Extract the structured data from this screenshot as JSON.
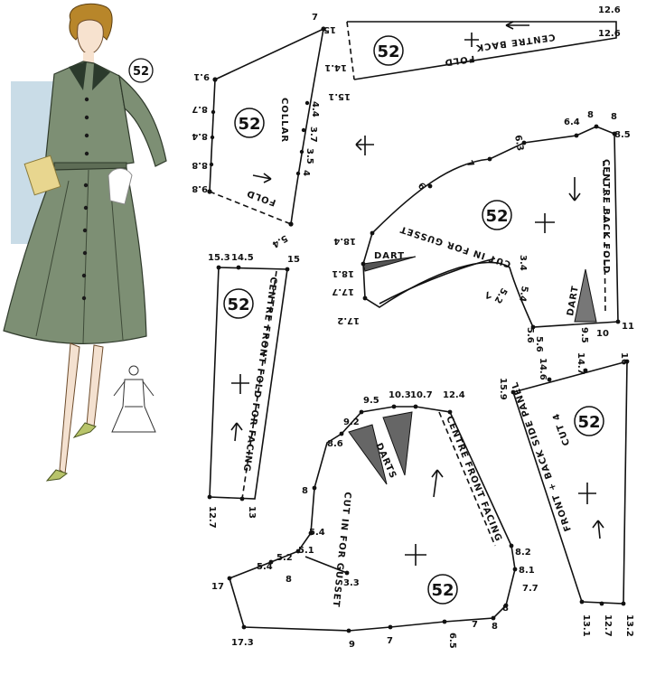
{
  "illustration": {
    "pattern_number": "52"
  },
  "pieces": {
    "back": {
      "number": "52",
      "labels": {
        "centre_back": "CENTRE BACK",
        "fold": "FOLD"
      },
      "measurements": [
        "12.6",
        "12.6",
        "15",
        "14.1",
        "15.1"
      ]
    },
    "collar": {
      "number": "52",
      "labels": {
        "collar": "COLLAR",
        "fold": "FOLD"
      },
      "measurements": [
        "7",
        "9.1",
        "8.7",
        "8.4",
        "8.8",
        "9.8",
        "4.4",
        "3.7",
        "3.5",
        "4",
        "5.4"
      ]
    },
    "back_bodice": {
      "number": "52",
      "labels": {
        "centre_back_fold": "CENTRE BACK FOLD",
        "cut_in_gusset": "CUT IN FOR GUSSET",
        "dart": "DART",
        "dart2": "DART"
      },
      "measurements": [
        "8",
        "6.4",
        "6.3",
        "7",
        "6",
        "8",
        "8.5",
        "18.4",
        "18.1",
        "17.7",
        "17.2",
        "3.4",
        "5.4",
        "5.2",
        "7",
        "5.6",
        "9.5",
        "10",
        "11",
        "5.6"
      ]
    },
    "front_facing_strip": {
      "number": "52",
      "labels": {
        "centre_front_fold": "CENTRE FRONT FOLD FOR FACING"
      },
      "measurements": [
        "15.3",
        "14.5",
        "15",
        "12.7",
        "13"
      ]
    },
    "front": {
      "number": "52",
      "labels": {
        "centre_front_facing": "CENTRE FRONT FACING",
        "darts": "DARTS",
        "cut_in_gusset": "CUT IN FOR GUSSET"
      },
      "measurements": [
        "9.2",
        "9.5",
        "10.3",
        "10.7",
        "12.4",
        "8.6",
        "8",
        "5.4",
        "5.1",
        "5.2",
        "5.4",
        "8",
        "3.3",
        "17",
        "17.3",
        "9",
        "7",
        "6.5",
        "7",
        "8",
        "8",
        "7.7",
        "8.1",
        "8.2"
      ]
    },
    "side_panel": {
      "number": "52",
      "labels": {
        "front_back_side_panel": "FRONT + BACK SIDE PANEL",
        "cut_4": "CUT 4"
      },
      "measurements": [
        "15.9",
        "14.6",
        "14.7",
        "16",
        "13.1",
        "12.7",
        "13.2"
      ]
    }
  }
}
